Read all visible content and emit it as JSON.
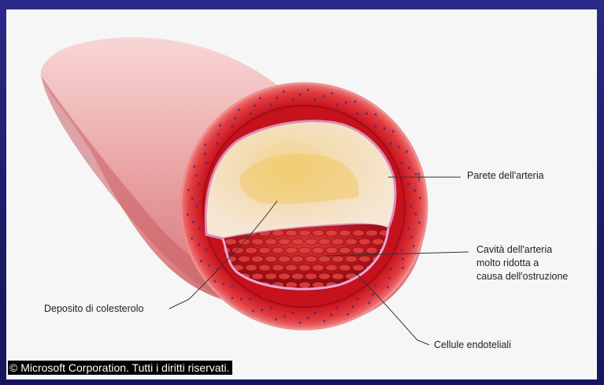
{
  "labels": {
    "wall": "Parete dell'arteria",
    "cavity": [
      "Cavità dell'arteria",
      "molto ridotta a",
      "causa dell'ostruzione"
    ],
    "cholesterol": "Deposito di colesterolo",
    "endothelial": "Cellule endoteliali"
  },
  "copyright": "© Microsoft Corporation. Tutti i diritti riservati.",
  "colors": {
    "background": "#1c1c6e",
    "panel": "#f6f6f6",
    "artery_outer": "#e8a3a3",
    "artery_wall": "#d9222a",
    "plaque": "#f4dcc0",
    "lumen": "#b3121a"
  }
}
